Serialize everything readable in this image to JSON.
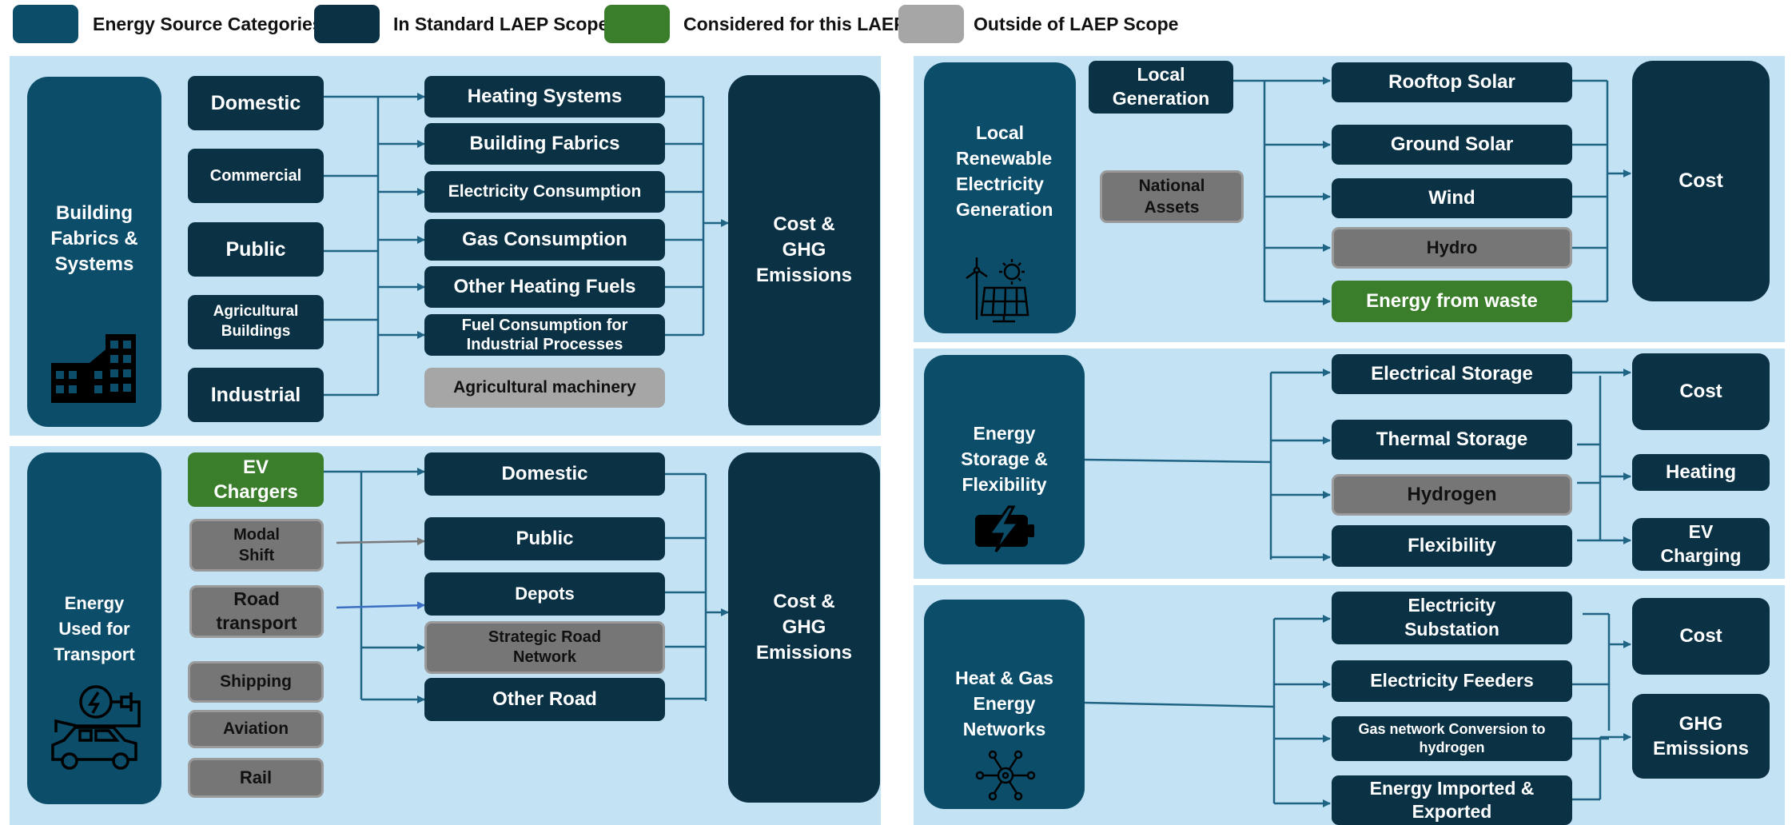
{
  "colors": {
    "category": "#0c4d6a",
    "standard": "#0b3144",
    "considered": "#3a7d2a",
    "outside": "#8a8a8a",
    "panel": "#c3e2f3",
    "wire": "#1f6485"
  },
  "legend": [
    {
      "label": "Energy Source Categories"
    },
    {
      "label": "In Standard LAEP Scope"
    },
    {
      "label": "Considered for this LAEP"
    },
    {
      "label": "Outside of LAEP Scope"
    }
  ],
  "buildings": {
    "category": "Building Fabrics & Systems",
    "icon": "buildings-icon",
    "sources": [
      "Domestic",
      "Commercial",
      "Public",
      "Agricultural Buildings",
      "Industrial"
    ],
    "outputs": [
      "Heating Systems",
      "Building Fabrics",
      "Electricity Consumption",
      "Gas Consumption",
      "Other Heating Fuels",
      "Fuel Consumption for Industrial Processes",
      "Agricultural machinery"
    ],
    "sink": "Cost & GHG Emissions"
  },
  "transport": {
    "category": "Energy Used for Transport",
    "icon": "ev-car-icon",
    "sources": [
      "EV Chargers",
      "Modal Shift",
      "Road transport",
      "Shipping",
      "Aviation",
      "Rail"
    ],
    "outputs": [
      "Domestic",
      "Public",
      "Depots",
      "Strategic Road Network",
      "Other Road"
    ],
    "sink": "Cost & GHG Emissions"
  },
  "renewables": {
    "category": "Local Renewable Electricity Generation",
    "icon": "wind-solar-icon",
    "sources": [
      "Local Generation",
      "National Assets"
    ],
    "outputs": [
      "Rooftop Solar",
      "Ground Solar",
      "Wind",
      "Hydro",
      "Energy from waste"
    ],
    "sink": "Cost"
  },
  "storage": {
    "category": "Energy Storage & Flexibility",
    "icon": "battery-bolt-icon",
    "outputs": [
      "Electrical Storage",
      "Thermal Storage",
      "Hydrogen",
      "Flexibility"
    ],
    "sinks": [
      "Cost",
      "Heating",
      "EV Charging"
    ]
  },
  "networks": {
    "category": "Heat & Gas Energy Networks",
    "icon": "network-hub-icon",
    "outputs": [
      "Electricity Substation",
      "Electricity Feeders",
      "Gas network Conversion to hydrogen",
      "Energy Imported & Exported"
    ],
    "sinks": [
      "Cost",
      "GHG Emissions"
    ]
  }
}
